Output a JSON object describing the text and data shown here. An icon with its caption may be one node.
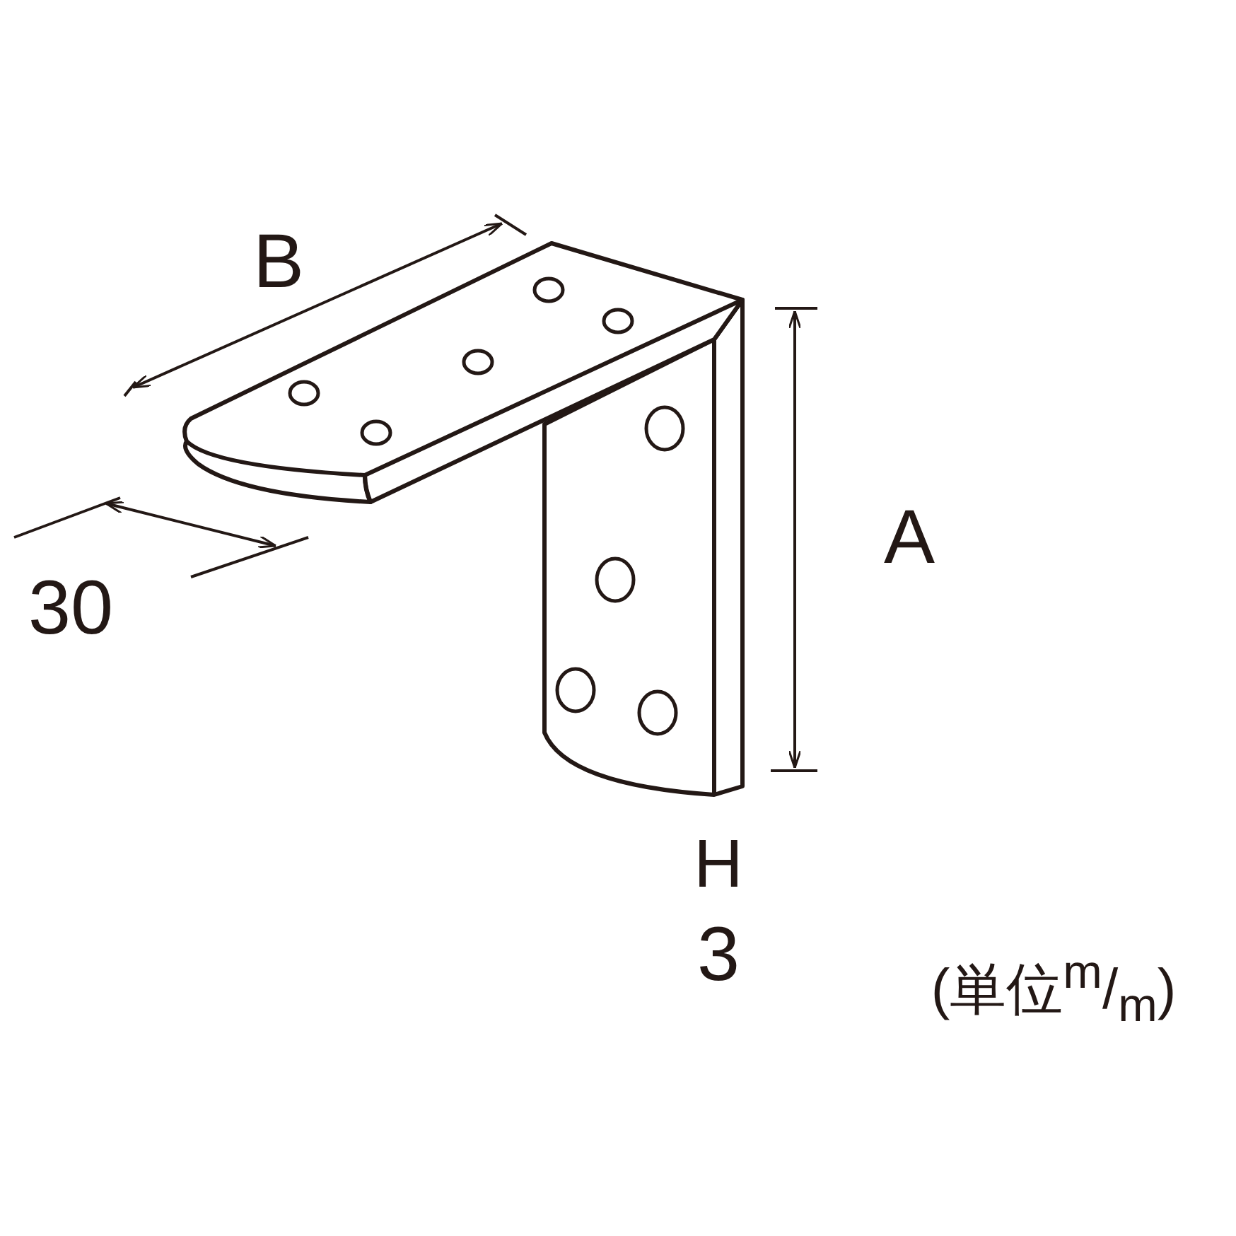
{
  "diagram": {
    "labels": [
      "B",
      "30",
      "A",
      "H",
      "3",
      "(単位$^{m}$/$_{m}$)"
    ]
  }
}
